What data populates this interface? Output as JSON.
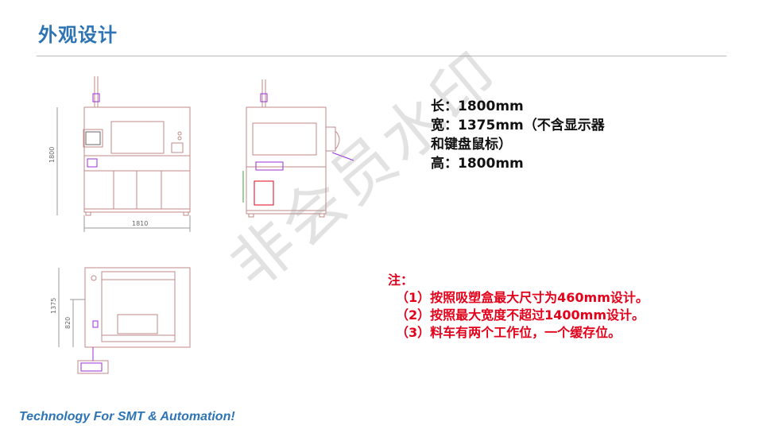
{
  "title": "外观设计",
  "drawings": {
    "front_height_dim": "1800",
    "front_width_dim": "1810",
    "top_depth_dim": "1375",
    "top_inner_dim": "820"
  },
  "specs": {
    "length": "长：1800mm",
    "width_line1": "宽：1375mm（不含显示器",
    "width_line2": "和键盘鼠标）",
    "height": "高：1800mm"
  },
  "notes": {
    "heading": "注：",
    "items": [
      "（1）按照吸塑盒最大尺寸为460mm设计。",
      "（2）按照最大宽度不超过1400mm设计。",
      "（3）料车有两个工作位，一个缓存位。"
    ]
  },
  "watermark": "非会员水印",
  "footer": "Technology For SMT & Automation!",
  "colors": {
    "accent": "#2e74b5",
    "note": "#e3001b",
    "drawing_line": "#c08a8a",
    "drawing_accent": "#9b30d9"
  }
}
